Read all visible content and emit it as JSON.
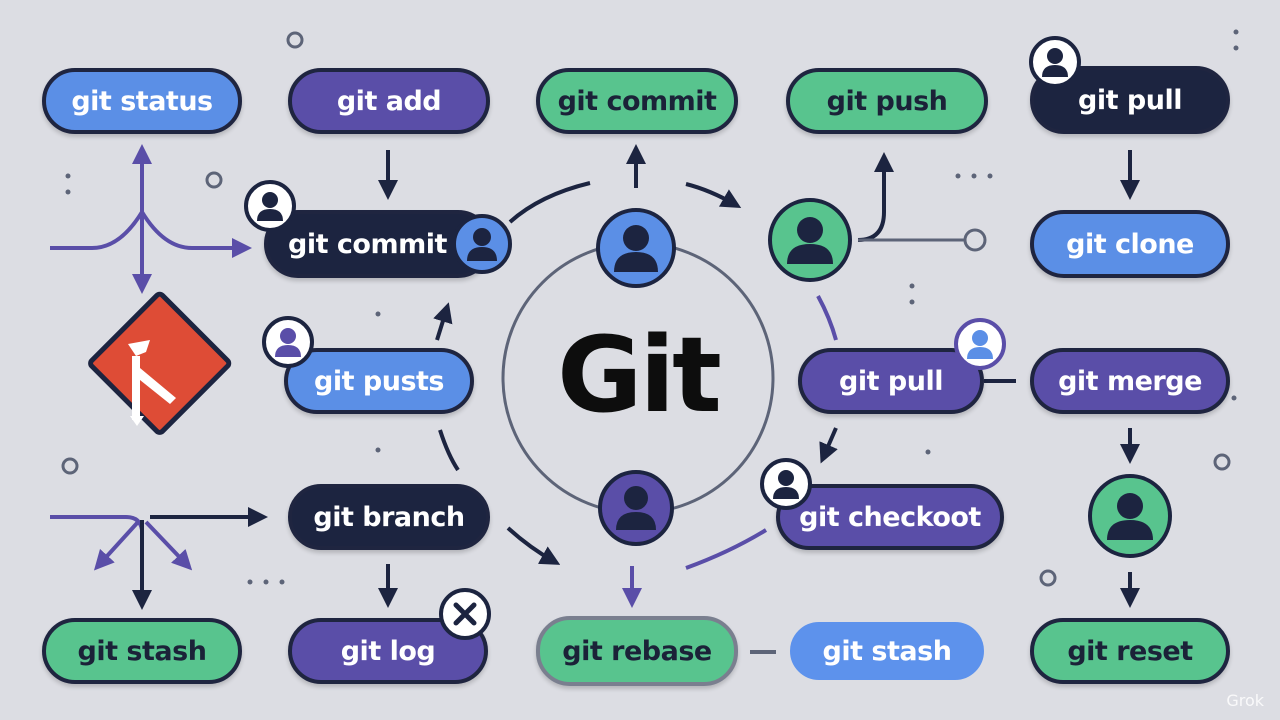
{
  "diagram": {
    "center_title": "Git",
    "nodes": {
      "git_status": "git status",
      "git_add": "git add",
      "git_commit_top": "git commit",
      "git_push": "git push",
      "git_pull_top": "git pull",
      "git_commit_mid": "git commit",
      "git_clone": "git clone",
      "git_pusts": "git pusts",
      "git_pull_mid": "git pull",
      "git_merge": "git merge",
      "git_branch": "git branch",
      "git_checkoot": "git checkoot",
      "git_stash_left": "git stash",
      "git_log": "git log",
      "git_rebase": "git rebase",
      "git_stash_mid": "git stash",
      "git_reset": "git reset"
    },
    "icons": {
      "logo": "git-logo-icon",
      "user": "user-avatar-icon",
      "close": "close-x-icon"
    }
  },
  "watermark": "Grok",
  "colors": {
    "background": "#dcdde3",
    "blue": "#5b8fe6",
    "purple": "#5a4ea8",
    "green": "#58c48e",
    "navy": "#1c2440",
    "git_logo": "#de4c36"
  }
}
